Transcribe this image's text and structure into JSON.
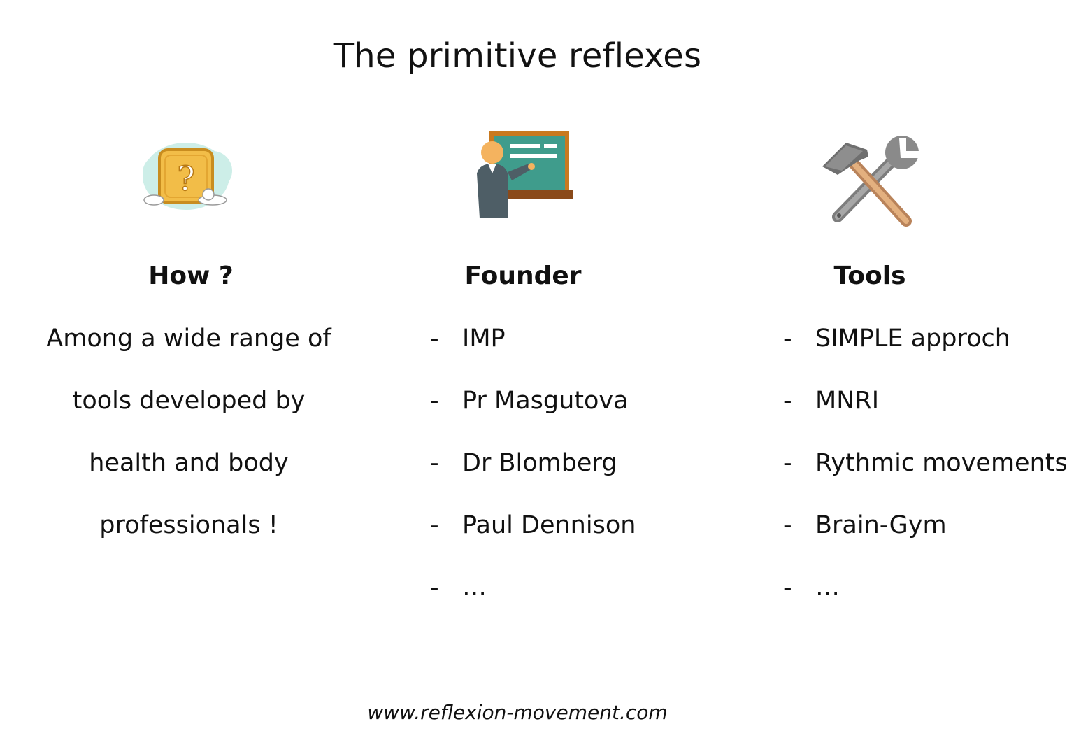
{
  "slide": {
    "title": "The primitive reflexes",
    "footer": "www.reflexion-movement.com"
  },
  "columns": {
    "how": {
      "icon": "question-icon",
      "heading": "How ?",
      "lines": [
        "Among a wide range of",
        "tools developed by",
        "health and body",
        "professionals !"
      ]
    },
    "founder": {
      "icon": "teacher-icon",
      "heading": "Founder",
      "items": [
        "IMP",
        "Pr Masgutova",
        "Dr Blomberg",
        "Paul Dennison",
        "…"
      ]
    },
    "tools": {
      "icon": "tools-icon",
      "heading": "Tools",
      "items": [
        "SIMPLE approch",
        "MNRI",
        "Rythmic movements",
        "Brain-Gym",
        "…"
      ]
    }
  },
  "list_marker": "-",
  "colors": {
    "text": "#111111",
    "cloud": "#cdeee8",
    "question_box": "#f2bd48",
    "question_border": "#c98d1f",
    "board": "#3f9c8c",
    "board_frame": "#c9791f",
    "teacher_body": "#4e5e66",
    "teacher_skin": "#f4b35f",
    "wrench": "#8a8a8a",
    "hammer_handle": "#d9a070"
  }
}
